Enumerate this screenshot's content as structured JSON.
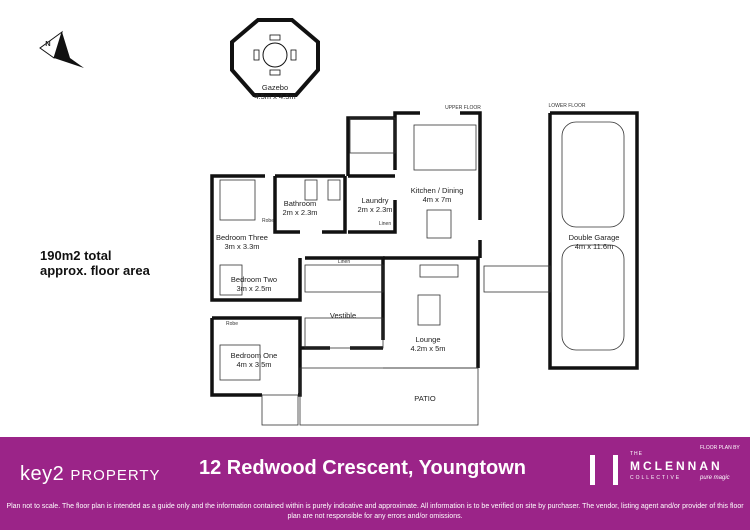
{
  "plan": {
    "area_line1": "190m2 total",
    "area_line2": "approx. floor area",
    "upper_floor": "UPPER FLOOR",
    "lower_floor": "LOWER FLOOR",
    "rooms": {
      "gazebo": {
        "name": "Gazebo",
        "size": "4.5m x 4.5m"
      },
      "bathroom": {
        "name": "Bathroom",
        "size": "2m x 2.3m"
      },
      "laundry": {
        "name": "Laundry",
        "size": "2m x 2.3m"
      },
      "kitchen": {
        "name": "Kitchen / Dining",
        "size": "4m x 7m"
      },
      "bedroom_three": {
        "name": "Bedroom Three",
        "size": "3m x 3.3m"
      },
      "bedroom_two": {
        "name": "Bedroom Two",
        "size": "3m x 2.5m"
      },
      "bedroom_one": {
        "name": "Bedroom One",
        "size": "4m x 3.5m"
      },
      "vestible": {
        "name": "Vestible"
      },
      "lounge": {
        "name": "Lounge",
        "size": "4.2m x 5m"
      },
      "garage": {
        "name": "Double Garage",
        "size": "4m x 11.6m"
      },
      "patio": {
        "name": "PATIO"
      }
    },
    "robe": "Robe",
    "linen": "Linen"
  },
  "footer": {
    "brand_left_a": "key2",
    "brand_left_b": "PROPERTY",
    "title": "12 Redwood Crescent, Youngtown",
    "floor_plan_by": "FLOOR PLAN BY",
    "the": "THE",
    "brand_right": "MCLENNAN",
    "collective": "COLLECTIVE",
    "tagline": "pure magic",
    "disclaimer": "Plan not to scale. The floor plan is intended as a guide only and the information contained within is purely indicative and approximate. All information is to be verified on site by purchaser. The vendor, listing agent and/or provider of this floor plan are not responsible for any errors and/or omissions."
  },
  "colors": {
    "footer_bg": "#9b2488",
    "wall": "#111111"
  }
}
